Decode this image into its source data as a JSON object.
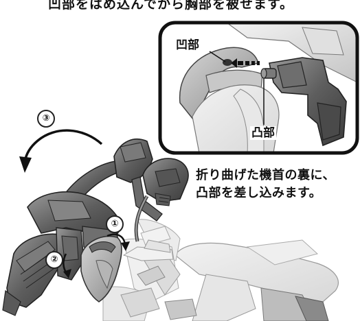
{
  "top_caption": "凹部をはめ込んでから胸部を被せます。",
  "inset": {
    "label_recess": "凹部",
    "label_peg": "凸部"
  },
  "instruction": {
    "line1": "折り曲げた機首の裏に、",
    "line2": "凸部を差し込みます。"
  },
  "steps": {
    "step1": "①",
    "step2": "②",
    "step3": "③"
  }
}
